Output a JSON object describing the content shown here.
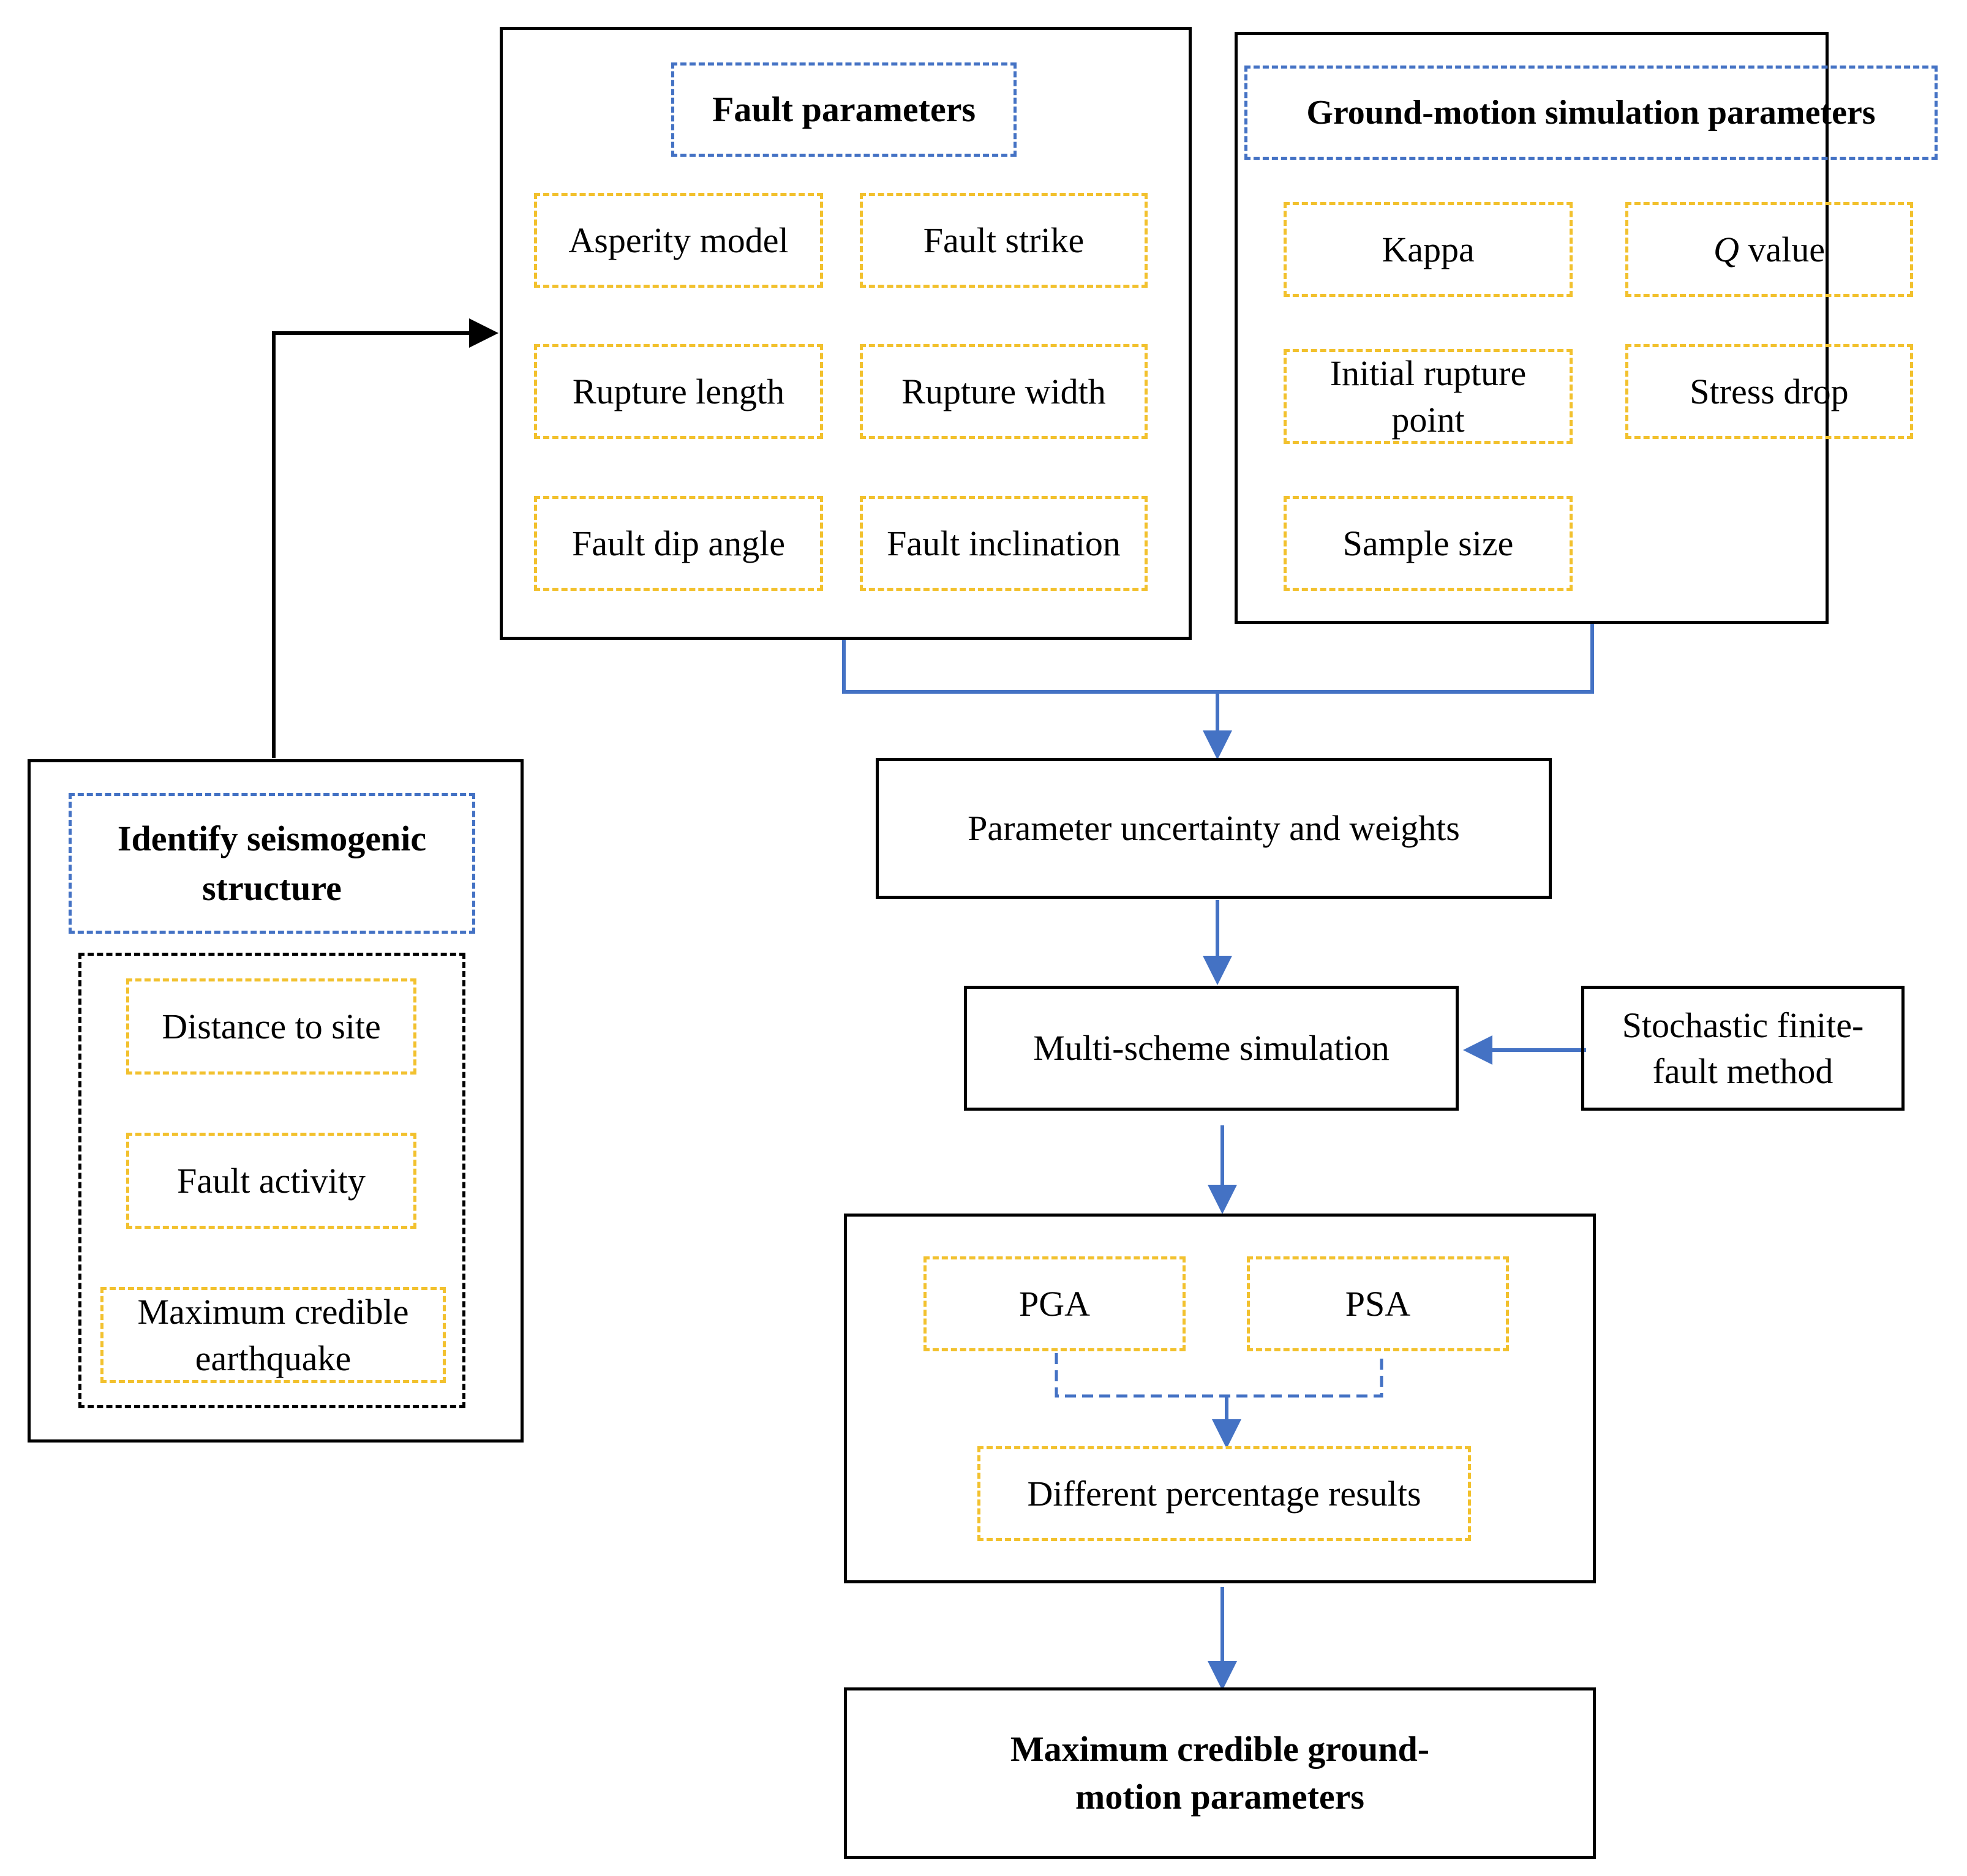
{
  "fault_parameters": {
    "title": "Fault parameters",
    "items": [
      "Asperity model",
      "Fault strike",
      "Rupture length",
      "Rupture width",
      "Fault dip angle",
      "Fault inclination"
    ]
  },
  "ground_motion_parameters": {
    "title": "Ground-motion simulation parameters",
    "kappa": "Kappa",
    "q_symbol": "Q",
    "q_rest": " value",
    "initial_rupture": "Initial rupture point",
    "stress_drop": "Stress drop",
    "sample_size": "Sample size"
  },
  "identify": {
    "title": "Identify seismogenic structure",
    "items": [
      "Distance to site",
      "Fault activity",
      "Maximum credible earthquake"
    ]
  },
  "flow": {
    "uncertainty": "Parameter uncertainty and weights",
    "multi_scheme": "Multi-scheme simulation",
    "stochastic": "Stochastic finite-fault method",
    "pga": "PGA",
    "psa": "PSA",
    "different_percentage": "Different percentage results",
    "final": "Maximum credible ground-motion parameters"
  },
  "colors": {
    "blue": "#4472c4",
    "yellow": "#f2c12e",
    "black": "#000000"
  }
}
